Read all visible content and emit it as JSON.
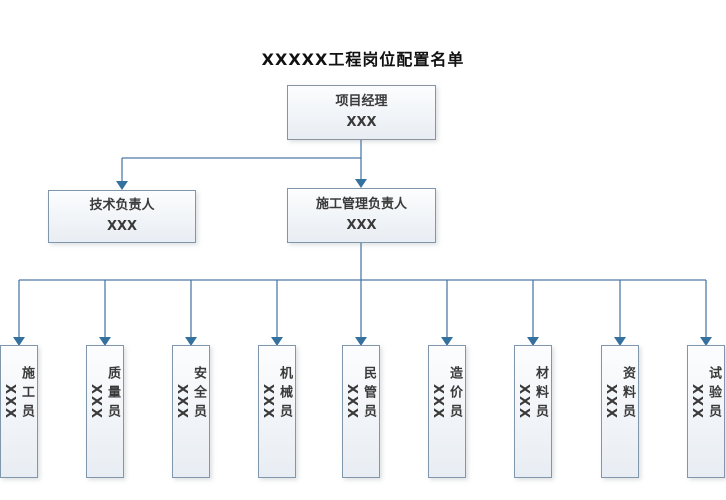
{
  "title": "XXXXX工程岗位配置名单",
  "colors": {
    "line": "#4d7ba6",
    "arrow": "#35719f",
    "box_border": "#7f96ab",
    "box_fill_top": "#fcfdfe",
    "box_fill_bottom": "#e8edf3",
    "text": "#3a3a3a",
    "title_color": "#111111"
  },
  "org": {
    "root": {
      "role": "项目经理",
      "name": "XXX"
    },
    "level2": [
      {
        "role": "技术负责人",
        "name": "XXX"
      },
      {
        "role": "施工管理负责人",
        "name": "XXX"
      }
    ],
    "staff": [
      {
        "role": "施工员",
        "name": "XXX"
      },
      {
        "role": "质量员",
        "name": "XXX"
      },
      {
        "role": "安全员",
        "name": "XXX"
      },
      {
        "role": "机械员",
        "name": "XXX"
      },
      {
        "role": "民管员",
        "name": "XXX"
      },
      {
        "role": "造价员",
        "name": "XXX"
      },
      {
        "role": "材料员",
        "name": "XXX"
      },
      {
        "role": "资料员",
        "name": "XXX"
      },
      {
        "role": "试验员",
        "name": "XXX"
      }
    ]
  }
}
